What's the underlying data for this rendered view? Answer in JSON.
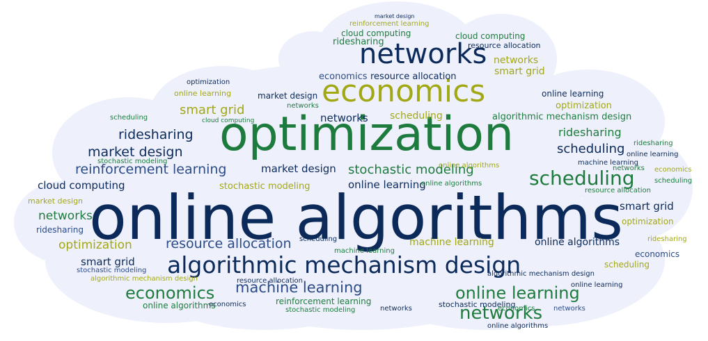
{
  "colors": {
    "background": "#ffffff",
    "cloud_fill": "#eef0fb",
    "navy": "#0b2a5a",
    "green": "#1e7b3e",
    "olive": "#a2a814",
    "teal": "#2f7f7c",
    "blue": "#2b4b88"
  },
  "words": {
    "online_algorithms": "online algorithms",
    "optimization": "optimization",
    "economics": "economics",
    "networks": "networks",
    "algorithmic_mechanism_design": "algorithmic mechanism design",
    "scheduling": "scheduling",
    "online_learning": "online learning",
    "machine_learning": "machine learning",
    "resource_allocation": "resource allocation",
    "stochastic_modeling": "stochastic modeling",
    "reinforcement_learning": "reinforcement learning",
    "market_design": "market design",
    "ridesharing": "ridesharing",
    "smart_grid": "smart grid",
    "cloud_computing": "cloud computing"
  }
}
